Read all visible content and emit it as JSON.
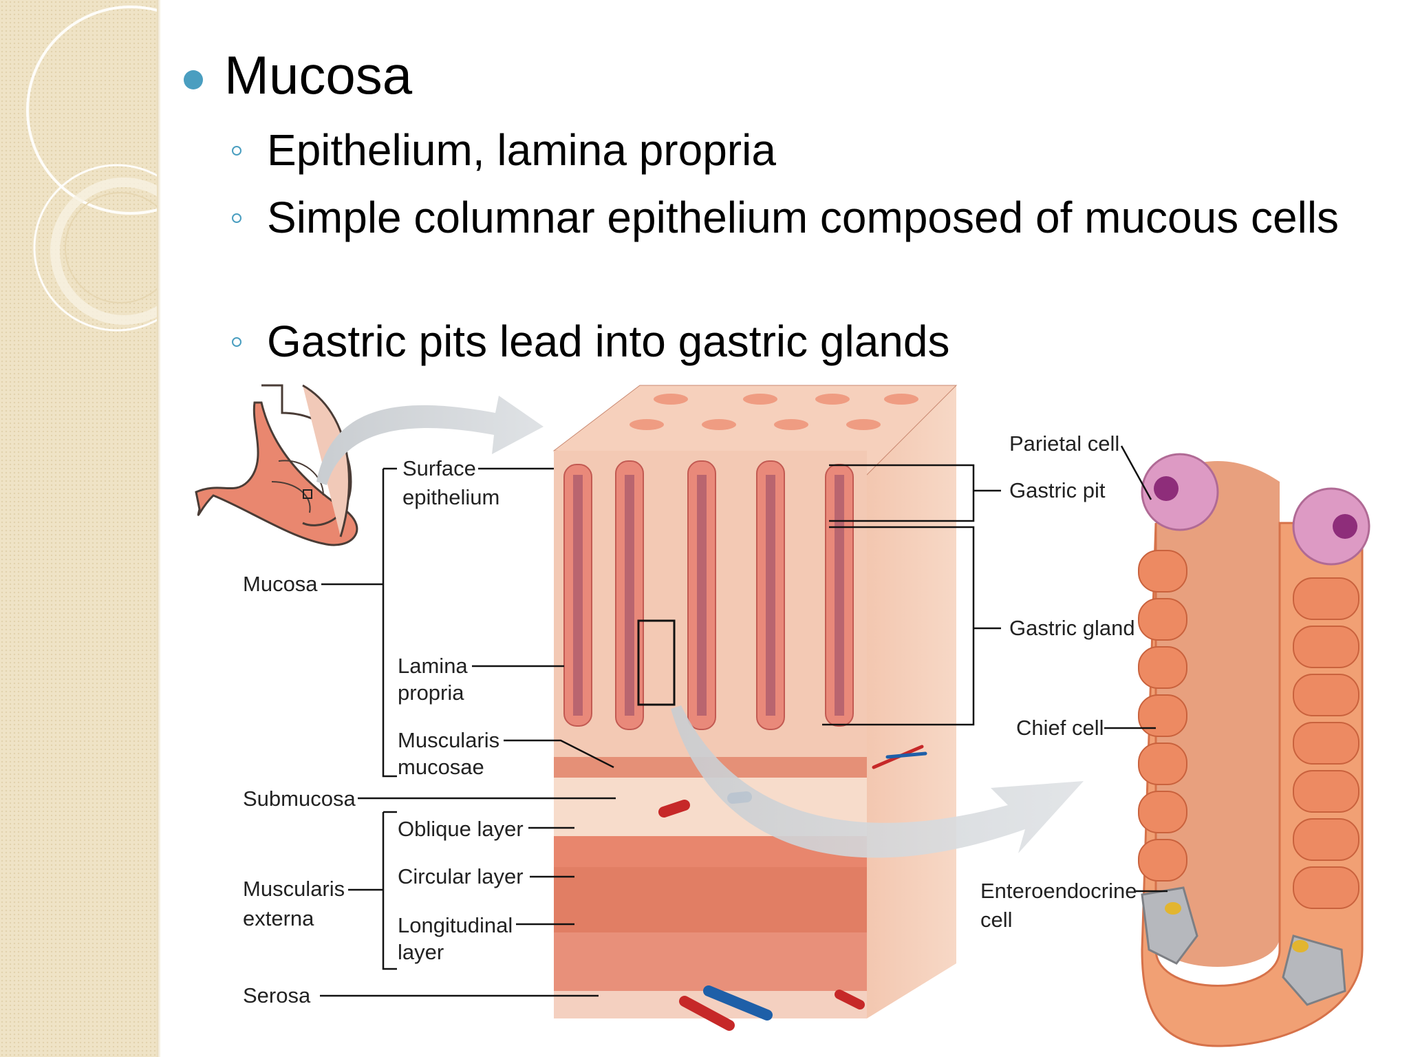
{
  "slide": {
    "bullet": "Mucosa",
    "sub_bullets": [
      "Epithelium, lamina propria",
      "Simple columnar epithelium composed of mucous cells",
      "Gastric pits lead into gastric glands"
    ]
  },
  "diagram": {
    "left_labels": {
      "surface_epithelium": [
        "Surface",
        "epithelium"
      ],
      "mucosa": "Mucosa",
      "lamina_propria": [
        "Lamina",
        "propria"
      ],
      "muscularis_mucosae": [
        "Muscularis",
        "mucosae"
      ],
      "submucosa": "Submucosa",
      "oblique_layer": "Oblique layer",
      "circular_layer": "Circular layer",
      "muscularis_externa": [
        "Muscularis",
        "externa"
      ],
      "longitudinal_layer": [
        "Longitudinal",
        "layer"
      ],
      "serosa": "Serosa"
    },
    "right_labels": {
      "parietal_cell": "Parietal cell",
      "gastric_pit": "Gastric pit",
      "gastric_gland": "Gastric gland",
      "chief_cell": "Chief cell",
      "enteroendocrine_cell": [
        "Enteroendocrine",
        "cell"
      ]
    }
  },
  "colors": {
    "bullet": "#4a9ec0",
    "tissue": "#e8826a",
    "sidebar": "#efe3c6"
  }
}
